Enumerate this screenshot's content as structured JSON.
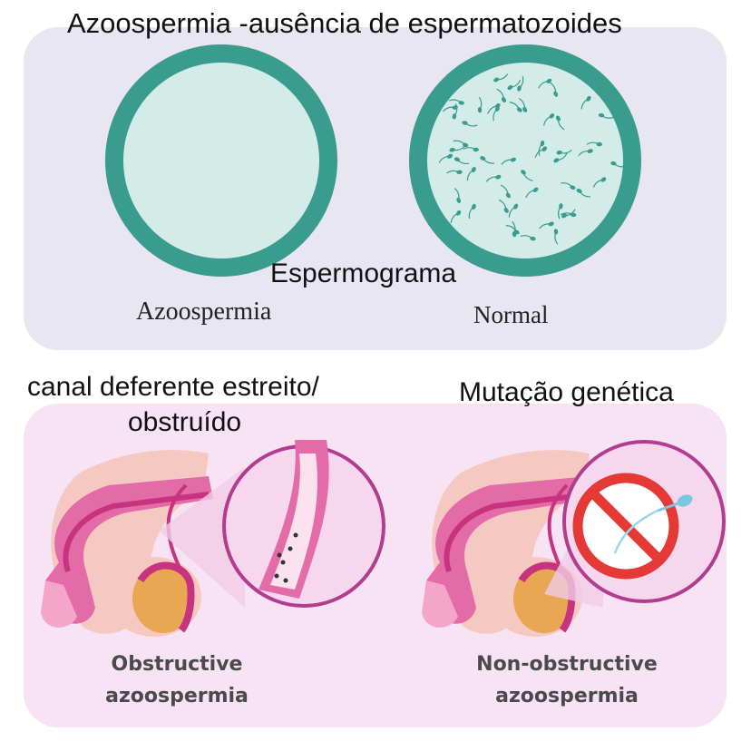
{
  "top": {
    "title": "Azoospermia -ausência de espermatozoides",
    "subtitle": "Espermograma",
    "left_label": "Azoospermia",
    "right_label": "Normal"
  },
  "bottom": {
    "left_caption_line1": "canal deferente estreito/",
    "left_caption_line2": "obstruído",
    "right_caption": "Mutação genética",
    "left_label_line1": "Obstructive",
    "left_label_line2": "azoospermia",
    "right_label_line1": "Non-obstructive",
    "right_label_line2": "azoospermia"
  },
  "colors": {
    "dish_ring": "#3a9b8f",
    "dish_fill": "#d4ece7",
    "sperm": "#3a9b8f",
    "skin": "#f5c9c1",
    "pink_dark": "#c8337f",
    "pink_mid": "#e26ba8",
    "testis": "#e9a653",
    "prohibit_red": "#e53935",
    "magnifier_ring": "#b23c8e"
  }
}
